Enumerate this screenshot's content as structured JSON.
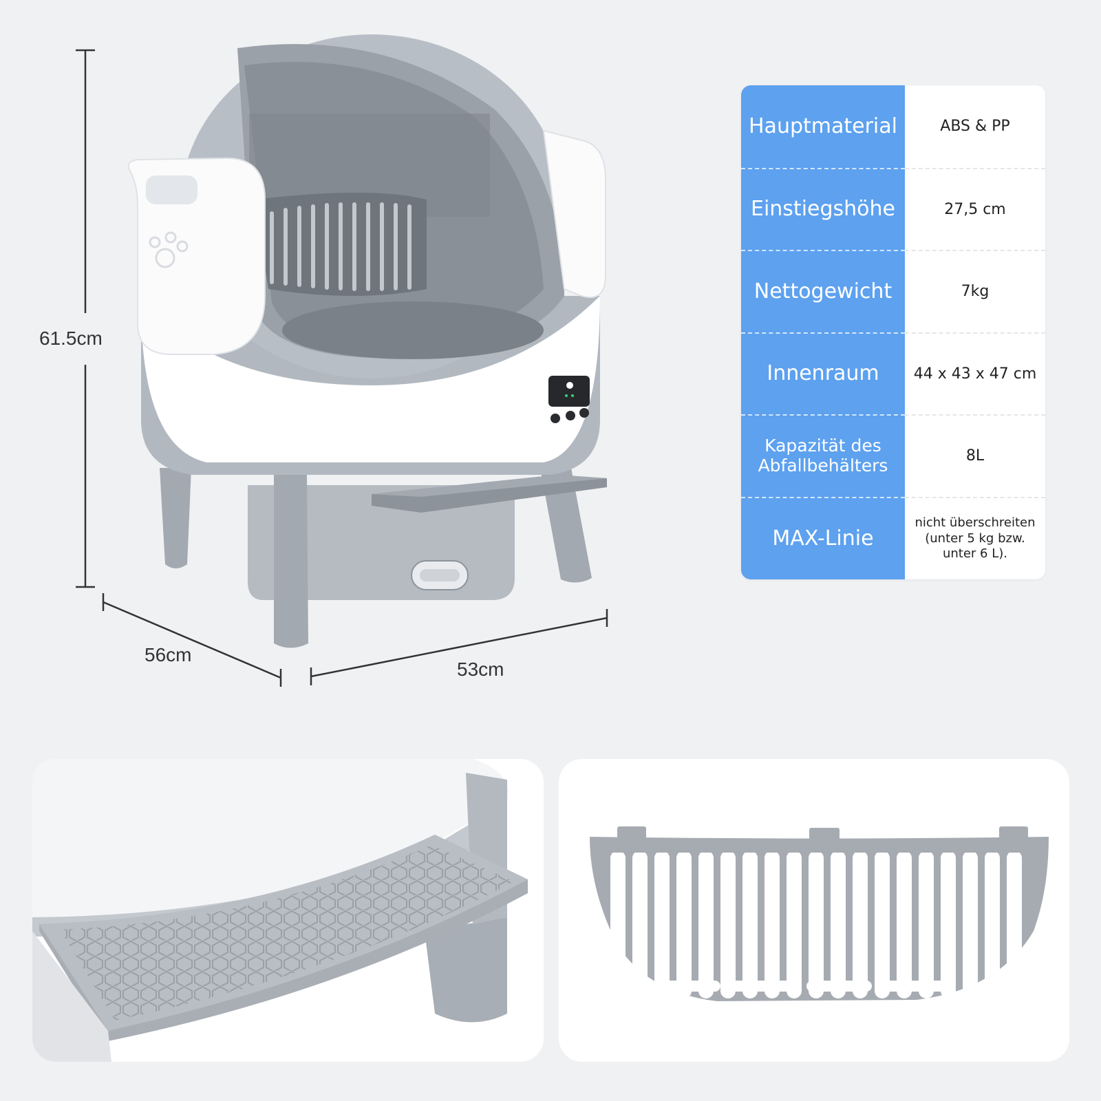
{
  "dimensions": {
    "height": "61.5cm",
    "depth": "56cm",
    "width": "53cm"
  },
  "specs": [
    {
      "key": "Hauptmaterial",
      "value": "ABS & PP"
    },
    {
      "key": "Einstiegshöhe",
      "value": "27,5 cm"
    },
    {
      "key": "Nettogewicht",
      "value": "7kg"
    },
    {
      "key": "Innenraum",
      "value": "44 x 43 x 47 cm"
    },
    {
      "key": "Kapazität des Abfallbehälters",
      "value": "8L"
    },
    {
      "key": "MAX-Linie",
      "value": "nicht überschreiten (unter 5 kg bzw. unter 6 L)."
    }
  ],
  "colors": {
    "accent": "#5da1ef",
    "product_gray": "#a9afb7",
    "product_white": "#ffffff",
    "background": "#f0f1f3"
  }
}
